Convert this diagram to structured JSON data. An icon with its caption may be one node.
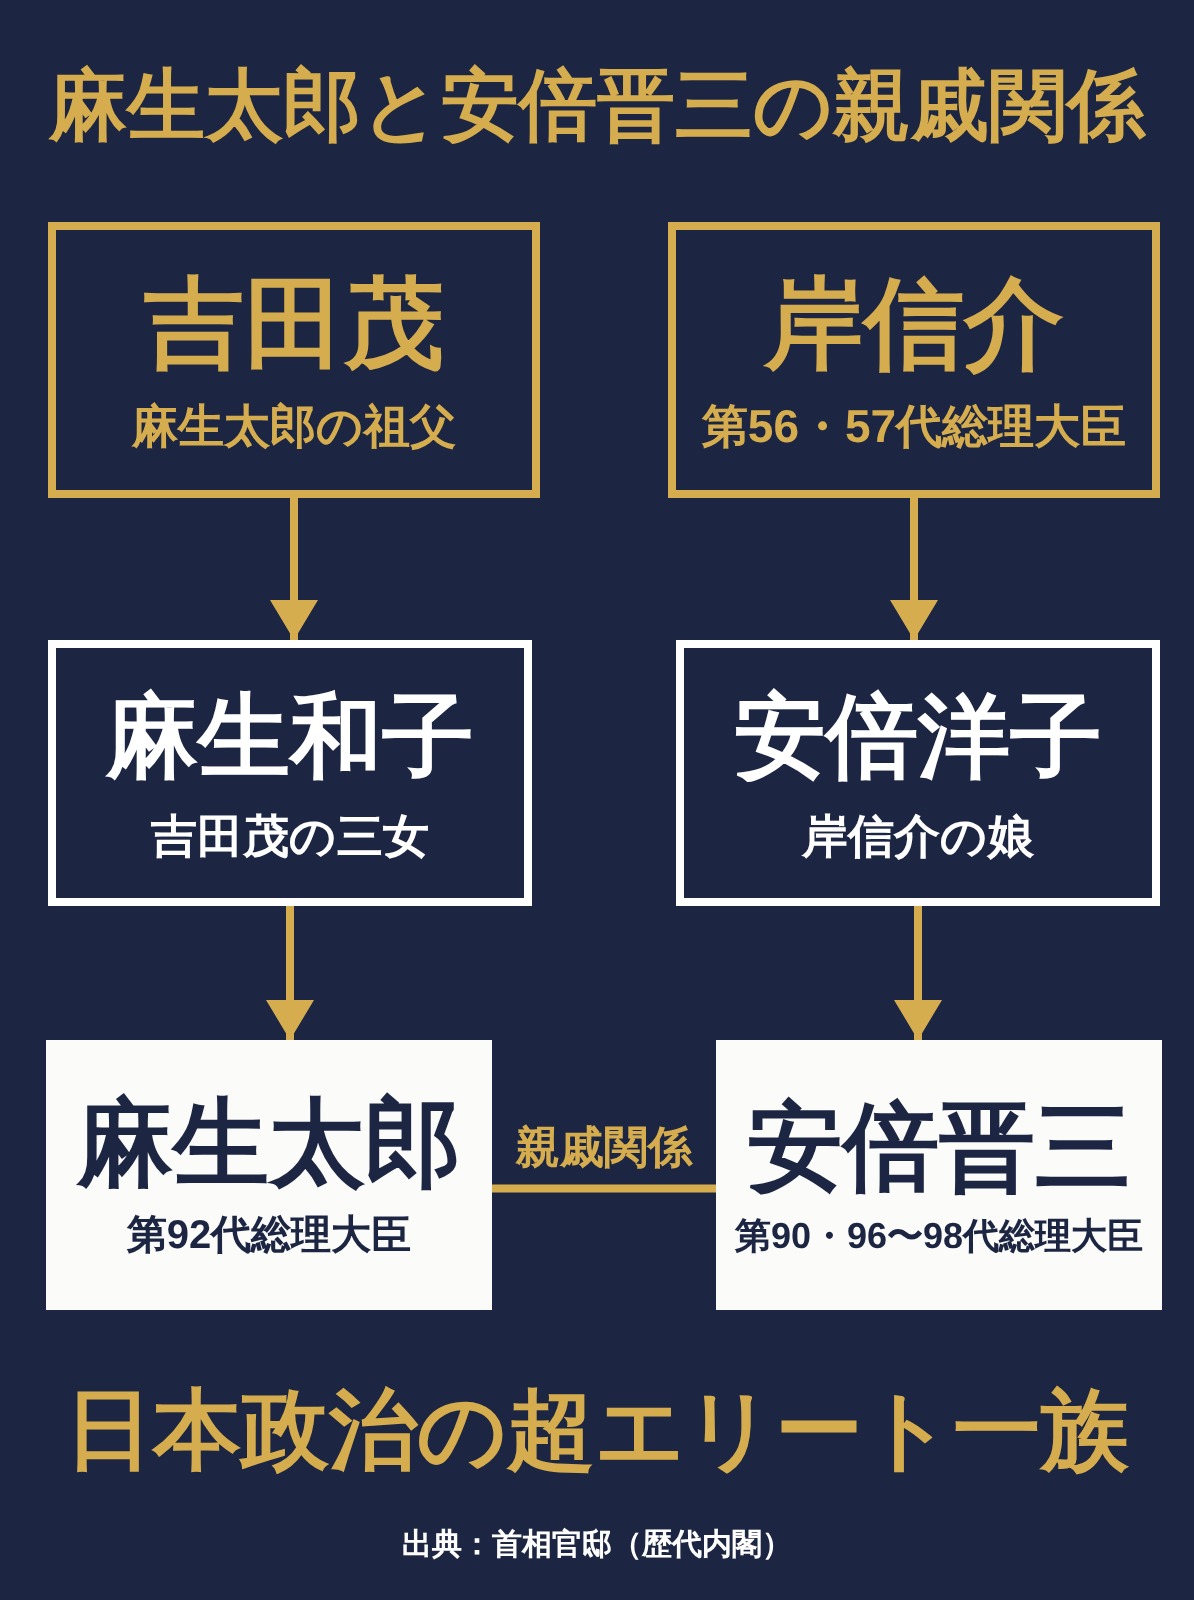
{
  "diagram": {
    "title": "麻生太郎と安倍晋三の親戚関係",
    "nodes": [
      {
        "text": [
          "吉田茂",
          "麻生太郎の祖父"
        ]
      },
      {
        "text": [
          "岸信介",
          "第56・57代総理大臣"
        ]
      },
      {
        "text": [
          "麻生和子",
          "吉田茂の三女"
        ]
      },
      {
        "text": [
          "安倍洋子",
          "岸信介の娘"
        ]
      },
      {
        "text": [
          "麻生太郎",
          "第92代総理大臣"
        ]
      },
      {
        "text": [
          "安倍晋三",
          "第90・96〜98代総理大臣"
        ]
      }
    ],
    "edges": [
      {
        "from": 0,
        "to": 2,
        "arrow": "to"
      },
      {
        "from": 1,
        "to": 3,
        "arrow": "to"
      },
      {
        "from": 2,
        "to": 4,
        "arrow": "to"
      },
      {
        "from": 3,
        "to": 5,
        "arrow": "to"
      },
      {
        "from": 4,
        "to": 5,
        "arrow": "none",
        "label": "親戚関係"
      }
    ],
    "caption": "日本政治の超エリート一族",
    "labels": [
      "出典：首相官邸（歴代内閣）"
    ]
  }
}
